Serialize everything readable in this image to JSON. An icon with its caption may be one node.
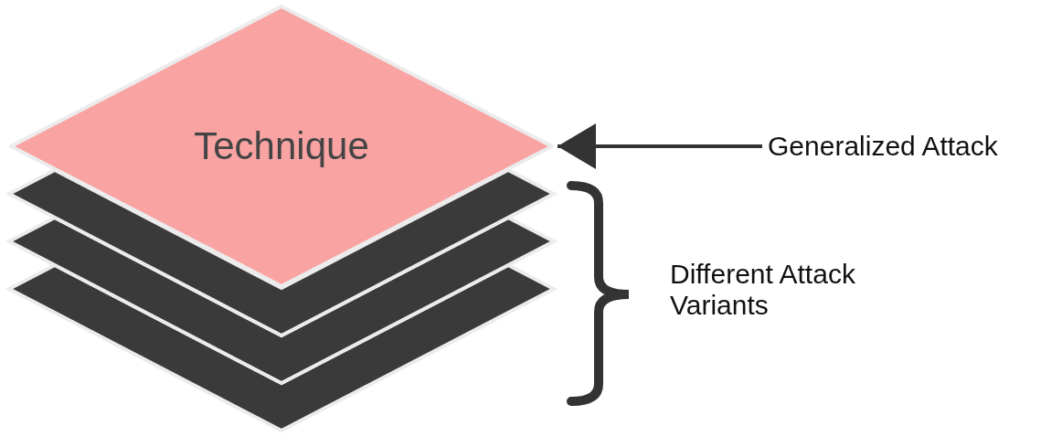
{
  "diagram": {
    "nodes": [
      {
        "text": [
          "Technique"
        ]
      },
      {
        "text": [
          "Generalized Attack"
        ]
      },
      {
        "text": [],
        "shape": "diamond"
      },
      {
        "text": [],
        "shape": "diamond"
      },
      {
        "text": [],
        "shape": "diamond"
      }
    ],
    "edges": [
      {
        "from": 1,
        "to": 0,
        "arrow": "to"
      }
    ],
    "labels": [
      "Different Attack Variants"
    ]
  }
}
